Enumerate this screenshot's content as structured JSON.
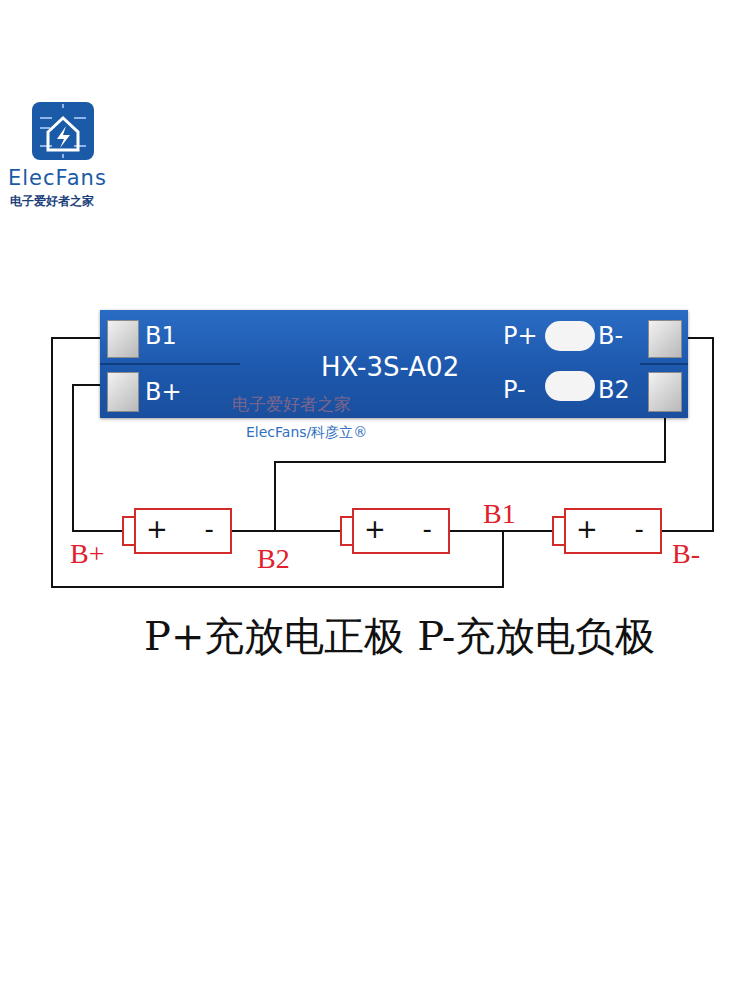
{
  "diagram": {
    "caption": "P+充放电正极 P-充放电负极",
    "nodes": [
      {
        "text": [
          "B1",
          "B+",
          "HX-3S-A02",
          "P+",
          "B-",
          "P-",
          "B2"
        ]
      },
      {
        "text": [
          "+",
          "-"
        ]
      },
      {
        "text": [
          "+",
          "-"
        ]
      },
      {
        "text": [
          "+",
          "-"
        ]
      }
    ],
    "edges": [
      {
        "from": 0,
        "to": 1,
        "arrow": "none"
      },
      {
        "from": 1,
        "to": 2,
        "arrow": "none"
      },
      {
        "from": 2,
        "to": 3,
        "arrow": "none"
      },
      {
        "from": 0,
        "to": 3,
        "arrow": "none"
      }
    ],
    "labels": [
      "ElecFans",
      "电子爱好者之家",
      "电子爱好者之家",
      "ElecFans/科彦立®",
      "B+",
      "B2",
      "B1",
      "B-"
    ]
  }
}
